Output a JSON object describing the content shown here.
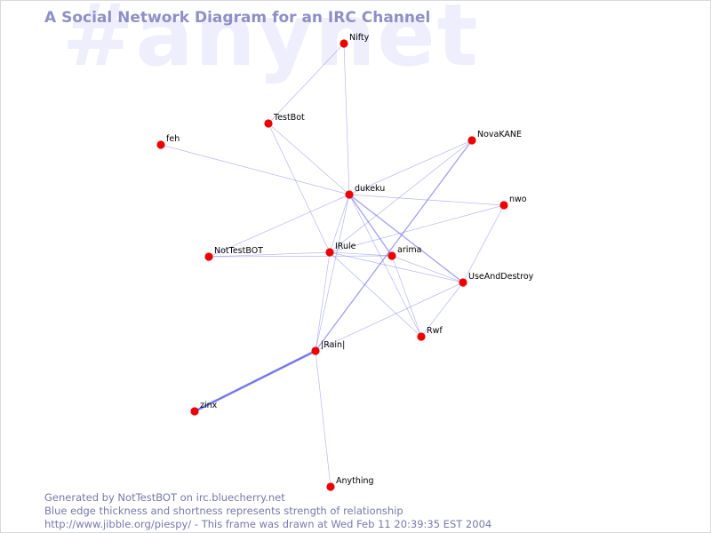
{
  "watermark": "#anynet",
  "title": "A Social Network Diagram for an IRC Channel",
  "nodes": [
    {
      "id": "Nifty",
      "label": "Nifty"
    },
    {
      "id": "TestBot",
      "label": "TestBot"
    },
    {
      "id": "feh",
      "label": "feh"
    },
    {
      "id": "NovaKANE",
      "label": "NovaKANE"
    },
    {
      "id": "dukeku",
      "label": "dukeku"
    },
    {
      "id": "nwo",
      "label": "nwo"
    },
    {
      "id": "NotTestBOT",
      "label": "NotTestBOT"
    },
    {
      "id": "IRule",
      "label": "IRule"
    },
    {
      "id": "arima",
      "label": "arima"
    },
    {
      "id": "UseAndDestroy",
      "label": "UseAndDestroy"
    },
    {
      "id": "Rwf",
      "label": "Rwf"
    },
    {
      "id": "IRain",
      "label": "|Rain|"
    },
    {
      "id": "zinx",
      "label": "zinx"
    },
    {
      "id": "Anything",
      "label": "Anything"
    }
  ],
  "edges": [
    {
      "source": "Nifty",
      "target": "TestBot",
      "strength": 1
    },
    {
      "source": "Nifty",
      "target": "dukeku",
      "strength": 1
    },
    {
      "source": "TestBot",
      "target": "dukeku",
      "strength": 1
    },
    {
      "source": "TestBot",
      "target": "IRule",
      "strength": 1
    },
    {
      "source": "feh",
      "target": "dukeku",
      "strength": 1
    },
    {
      "source": "dukeku",
      "target": "nwo",
      "strength": 1
    },
    {
      "source": "dukeku",
      "target": "NovaKANE",
      "strength": 1
    },
    {
      "source": "dukeku",
      "target": "IRule",
      "strength": 1
    },
    {
      "source": "dukeku",
      "target": "arima",
      "strength": 2
    },
    {
      "source": "dukeku",
      "target": "UseAndDestroy",
      "strength": 2
    },
    {
      "source": "dukeku",
      "target": "Rwf",
      "strength": 1
    },
    {
      "source": "dukeku",
      "target": "NotTestBOT",
      "strength": 1
    },
    {
      "source": "dukeku",
      "target": "IRain",
      "strength": 1
    },
    {
      "source": "NovaKANE",
      "target": "IRule",
      "strength": 1
    },
    {
      "source": "NovaKANE",
      "target": "IRain",
      "strength": 2
    },
    {
      "source": "nwo",
      "target": "IRule",
      "strength": 1
    },
    {
      "source": "nwo",
      "target": "UseAndDestroy",
      "strength": 1
    },
    {
      "source": "NotTestBOT",
      "target": "IRule",
      "strength": 1
    },
    {
      "source": "NotTestBOT",
      "target": "arima",
      "strength": 1
    },
    {
      "source": "IRule",
      "target": "arima",
      "strength": 1
    },
    {
      "source": "IRule",
      "target": "UseAndDestroy",
      "strength": 1
    },
    {
      "source": "IRule",
      "target": "Rwf",
      "strength": 1
    },
    {
      "source": "IRule",
      "target": "IRain",
      "strength": 1
    },
    {
      "source": "arima",
      "target": "UseAndDestroy",
      "strength": 1
    },
    {
      "source": "arima",
      "target": "Rwf",
      "strength": 1
    },
    {
      "source": "UseAndDestroy",
      "target": "Rwf",
      "strength": 1
    },
    {
      "source": "UseAndDestroy",
      "target": "IRain",
      "strength": 1
    },
    {
      "source": "IRain",
      "target": "zinx",
      "strength": 4
    },
    {
      "source": "IRain",
      "target": "Anything",
      "strength": 1
    }
  ],
  "footer": {
    "line1": "Generated by NotTestBOT on irc.bluecherry.net",
    "line2": "Blue edge thickness and shortness represents strength of relationship",
    "line3": "http://www.jibble.org/piespy/ - This frame was drawn at Wed Feb 11 20:39:35 EST 2004"
  },
  "colors": {
    "node": "#ee0000",
    "edge": "#6f6fee",
    "title": "#8f8fc7",
    "watermark": "#eeeefc",
    "footer": "#7878ad"
  }
}
